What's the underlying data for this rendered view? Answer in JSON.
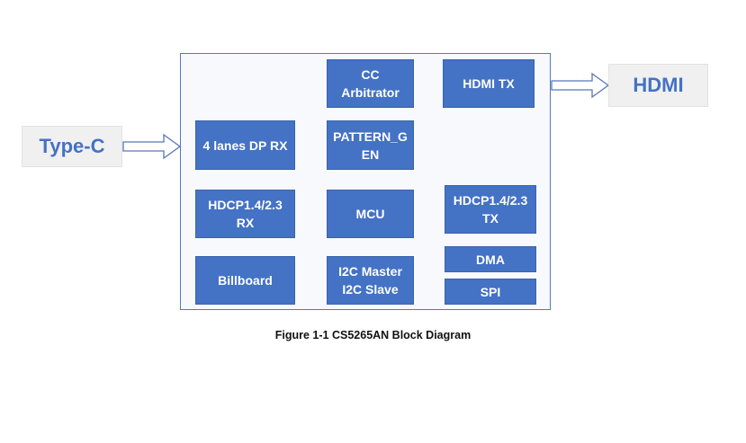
{
  "diagram": {
    "external": {
      "left": "Type-C",
      "right": "HDMI"
    },
    "blocks": {
      "cc_arbitrator": "CC\nArbitrator",
      "hdmi_tx": "HDMI TX",
      "dp_rx": "4 lanes DP RX",
      "pattern_gen": "PATTERN_G\nEN",
      "hdcp_rx": "HDCP1.4/2.3\nRX",
      "mcu": "MCU",
      "hdcp_tx": "HDCP1.4/2.3\nTX",
      "billboard": "Billboard",
      "i2c": "I2C Master\nI2C Slave",
      "dma": "DMA",
      "spi": "SPI"
    },
    "caption": "Figure 1-1 CS5265AN Block Diagram"
  },
  "colors": {
    "block_fill": "#4472c4",
    "chip_border": "#5877b4",
    "external_fill": "#f0f0f0",
    "external_text": "#4472c4"
  }
}
